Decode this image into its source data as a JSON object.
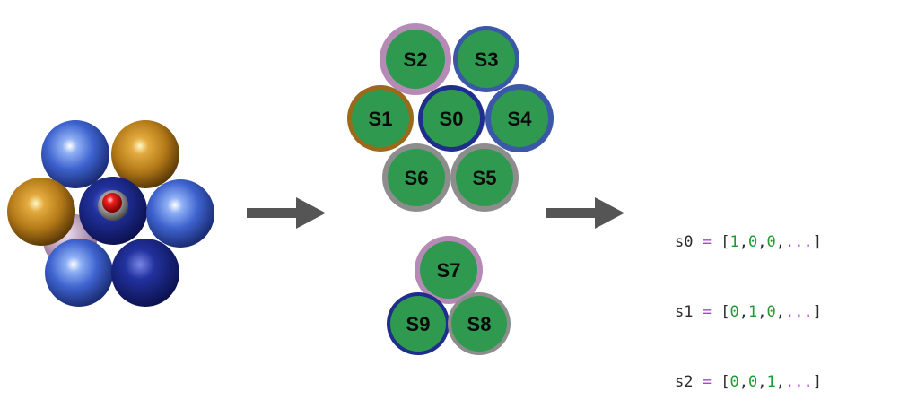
{
  "colors": {
    "site_fill": "#2f9a4f",
    "ring_blue": "#3b57a8",
    "ring_navy": "#1f2d8c",
    "ring_gold": "#9a6a1a",
    "ring_mauve": "#b58bb5",
    "ring_gray": "#8d8d8d",
    "arrow": "#555555",
    "keyword": "#b43ad6",
    "number": "#1f9a32"
  },
  "sites": {
    "s0": "S0",
    "s1": "S1",
    "s2": "S2",
    "s3": "S3",
    "s4": "S4",
    "s5": "S5",
    "s6": "S6",
    "s7": "S7",
    "s8": "S8",
    "s9": "S9"
  },
  "code": [
    {
      "var": "s0",
      "op": "=",
      "open": "[",
      "v1": "1",
      "v2": "0",
      "v3": "0",
      "dots": "...",
      "close": "]"
    },
    {
      "var": "s1",
      "op": "=",
      "open": "[",
      "v1": "0",
      "v2": "1",
      "v3": "0",
      "dots": "...",
      "close": "]"
    },
    {
      "var": "s2",
      "op": "=",
      "open": "[",
      "v1": "0",
      "v2": "0",
      "v3": "1",
      "dots": "...",
      "close": "]"
    }
  ]
}
